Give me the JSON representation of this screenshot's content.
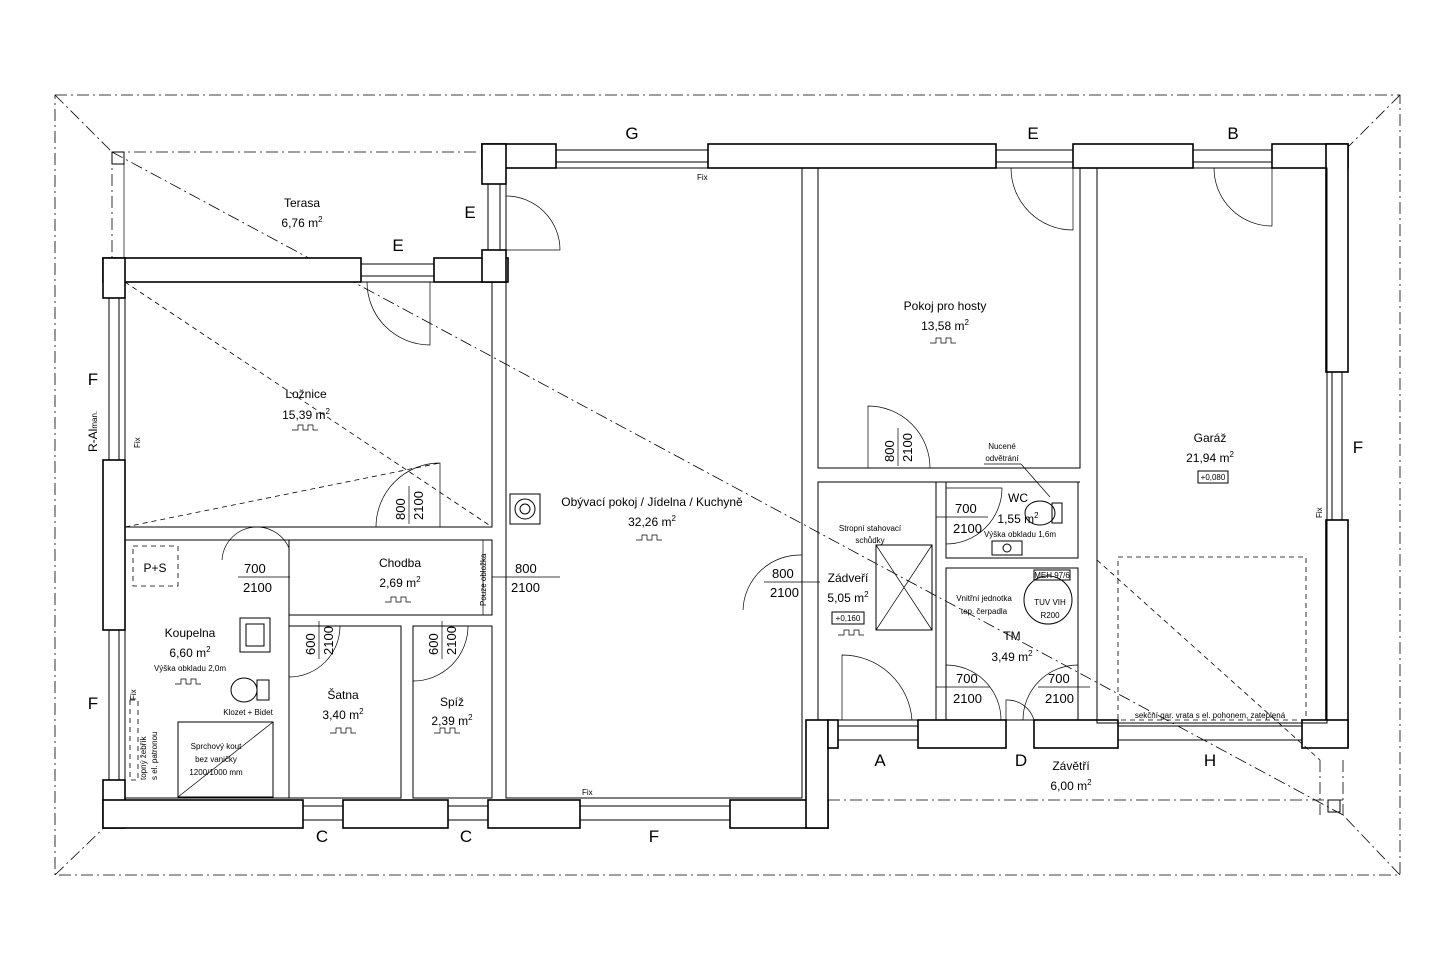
{
  "rooms": {
    "terasa": {
      "name": "Terasa",
      "area": "6,76 m"
    },
    "loznice": {
      "name": "Ložnice",
      "area": "15,39 m"
    },
    "obyvaci": {
      "name": "Obývací pokoj / Jídelna / Kuchyně",
      "area": "32,26 m"
    },
    "pokoj": {
      "name": "Pokoj pro hosty",
      "area": "13,58 m"
    },
    "garaz": {
      "name": "Garáž",
      "area": "21,94 m",
      "level": "+0,080"
    },
    "chodba": {
      "name": "Chodba",
      "area": "2,69 m"
    },
    "koupelna": {
      "name": "Koupelna",
      "area": "6,60 m",
      "tiling": "Výška obkladu 2,0m"
    },
    "satna": {
      "name": "Šatna",
      "area": "3,40 m"
    },
    "spiz": {
      "name": "Spíž",
      "area": "2,39 m"
    },
    "zadveri": {
      "name": "Zádveří",
      "area": "5,05 m",
      "level": "+0,160"
    },
    "wc": {
      "name": "WC",
      "area": "1,55 m",
      "tiling": "Výška obkladu 1,6m"
    },
    "tm": {
      "name": "TM",
      "area": "3,49 m"
    },
    "zavetri": {
      "name": "Závětří",
      "area": "6,00 m"
    }
  },
  "sup": "2",
  "grid_labels": {
    "g": "G",
    "e1": "E",
    "b": "B",
    "e2": "E",
    "e3": "E",
    "f_left1": "F",
    "f_left2": "F",
    "f_right": "F",
    "f_bottom": "F",
    "c1": "C",
    "c2": "C",
    "a": "A",
    "d": "D",
    "h": "H"
  },
  "doors": {
    "loznice": {
      "w": "800",
      "h": "2100"
    },
    "pokoj": {
      "w": "800",
      "h": "2100"
    },
    "koupelna": {
      "w": "700",
      "h": "2100"
    },
    "obyvaci": {
      "w": "800",
      "h": "2100"
    },
    "zadveri": {
      "w": "800",
      "h": "2100"
    },
    "wc": {
      "w": "700",
      "h": "2100"
    },
    "satna": {
      "w": "600",
      "h": "2100"
    },
    "spiz": {
      "w": "600",
      "h": "2100"
    },
    "tm_left": {
      "w": "700",
      "h": "2100"
    },
    "tm_right": {
      "w": "700",
      "h": "2100"
    }
  },
  "notes": {
    "ps": "P+S",
    "ramp": "R-Al",
    "ramp_sub": "man.",
    "fix": "Fix",
    "nucene1": "Nucené",
    "nucene2": "odvětrání",
    "stropni1": "Stropní stahovací",
    "stropni2": "schůdky",
    "pouze": "Pouze obložka",
    "klozet": "Klozet + Bidet",
    "sprch1": "Sprchový kout",
    "sprch2": "bez vaničky",
    "sprch3": "1200/1000 mm",
    "zebrik1": "topný žebřík",
    "zebrik2": "s el. patronou",
    "vnitrni1": "Vnitřní jednotka",
    "vnitrni2": "tep. čerpadla",
    "meh": "MEH 97/6",
    "tuv1": "TUV VIH",
    "tuv2": "R200",
    "vrata": "sekční gar. vrata s el. pohonem, zateplená"
  }
}
